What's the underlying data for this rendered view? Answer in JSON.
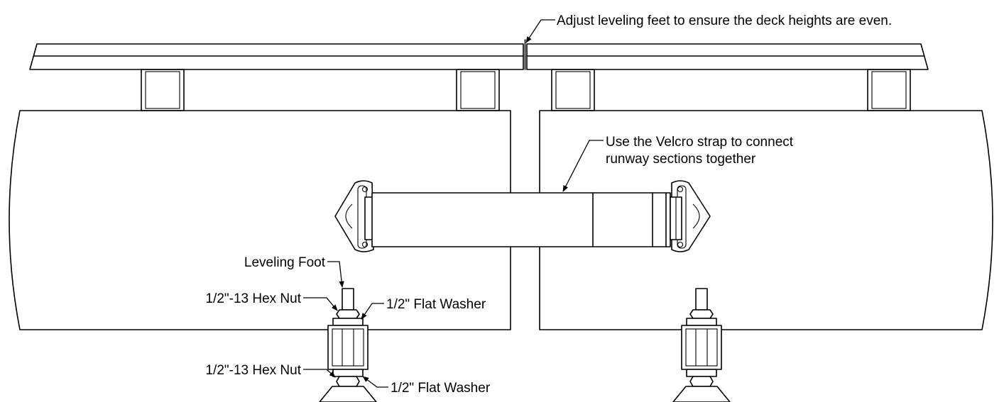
{
  "callouts": {
    "deck_height": "Adjust leveling feet to ensure the deck heights are even.",
    "velcro_line1": "Use the Velcro strap to connect",
    "velcro_line2": "runway sections together",
    "leveling_foot": "Leveling Foot",
    "hex_nut_upper": "1/2\"-13 Hex Nut",
    "flat_washer_upper": "1/2\" Flat Washer",
    "hex_nut_lower": "1/2\"-13 Hex Nut",
    "flat_washer_lower": "1/2\" Flat Washer"
  },
  "colors": {
    "line": "#000000",
    "background": "#ffffff"
  }
}
